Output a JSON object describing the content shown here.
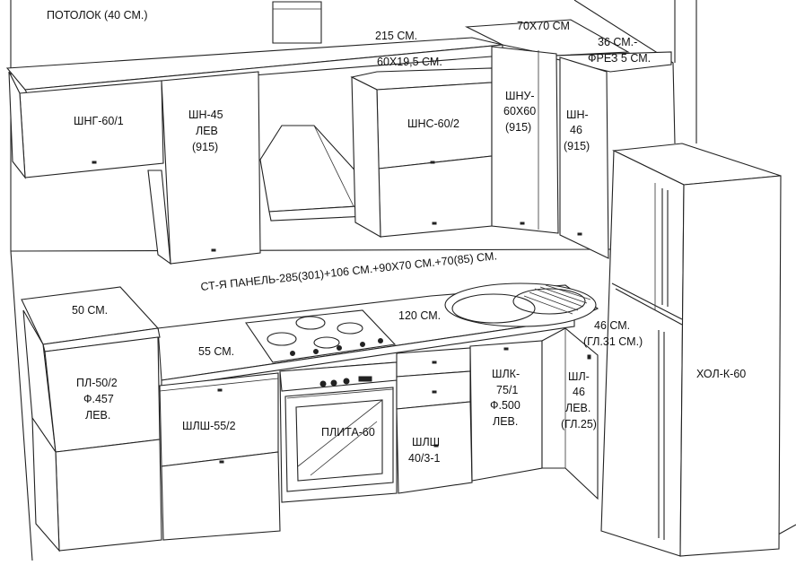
{
  "labels": {
    "ceiling": "ПОТОЛОК (40 СМ.)",
    "top_len": "215 СМ.",
    "corner_top": "70Х70 СМ",
    "shelf_dim": "60Х19,5 СМ.",
    "right_dim": "36 СМ.-",
    "milling": "ФРЕЗ 5 СМ.",
    "shng": "ШНГ-60/1",
    "shn45": [
      "ШН-45",
      "ЛЕВ",
      "(915)"
    ],
    "shns": "ШНС-60/2",
    "shnu": [
      "ШНУ-",
      "60Х60",
      "(915)"
    ],
    "shn46": [
      "ШН-",
      "46",
      "(915)"
    ],
    "wall_panel": "СТ-Я ПАНЕЛЬ-285(301)+106 СМ.+90Х70 СМ.+70(85)  СМ.",
    "d50": "50 СМ.",
    "d120": "120 СМ.",
    "d55": "55 СМ.",
    "d46": [
      "46 СМ.",
      "(ГЛ.31 СМ.)"
    ],
    "pl": [
      "ПЛ-50/2",
      "Ф.457",
      "ЛЕВ."
    ],
    "shlsh55": "ШЛШ-55/2",
    "plita": "ПЛИТА-60",
    "shlsh40": [
      "ШЛШ",
      "40/3-1"
    ],
    "shlk": [
      "ШЛК-",
      "75/1",
      "Ф.500",
      "ЛЕВ."
    ],
    "shl46": [
      "ШЛ-",
      "46",
      "ЛЕВ.",
      "(ГЛ.25)"
    ],
    "fridge": "ХОЛ-К-60"
  }
}
